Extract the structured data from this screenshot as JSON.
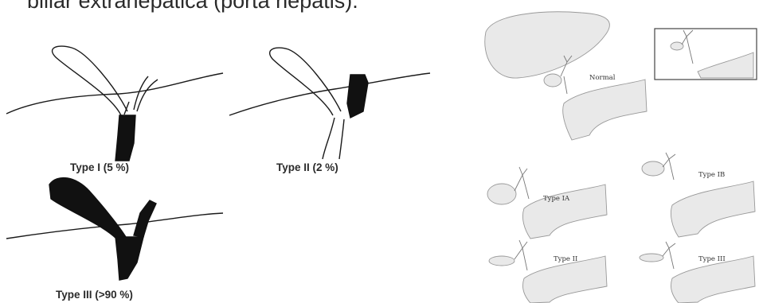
{
  "header": {
    "text": "biliar extrahepatica (porta hepatis)."
  },
  "left_diagram": {
    "type_i_label": "Type I (5 %)",
    "type_ii_label": "Type II (2 %)",
    "type_iii_label": "Type III (>90 %)"
  },
  "right_diagram": {
    "normal_label": "Normal",
    "type_ia_label": "Type IA",
    "type_ib_label": "Type IB",
    "type_ii_label": "Type II",
    "type_iii_label": "Type III"
  },
  "colors": {
    "ink": "#111111",
    "organ_fill": "#e8e8e8",
    "organ_stroke": "#9a9a9a"
  }
}
